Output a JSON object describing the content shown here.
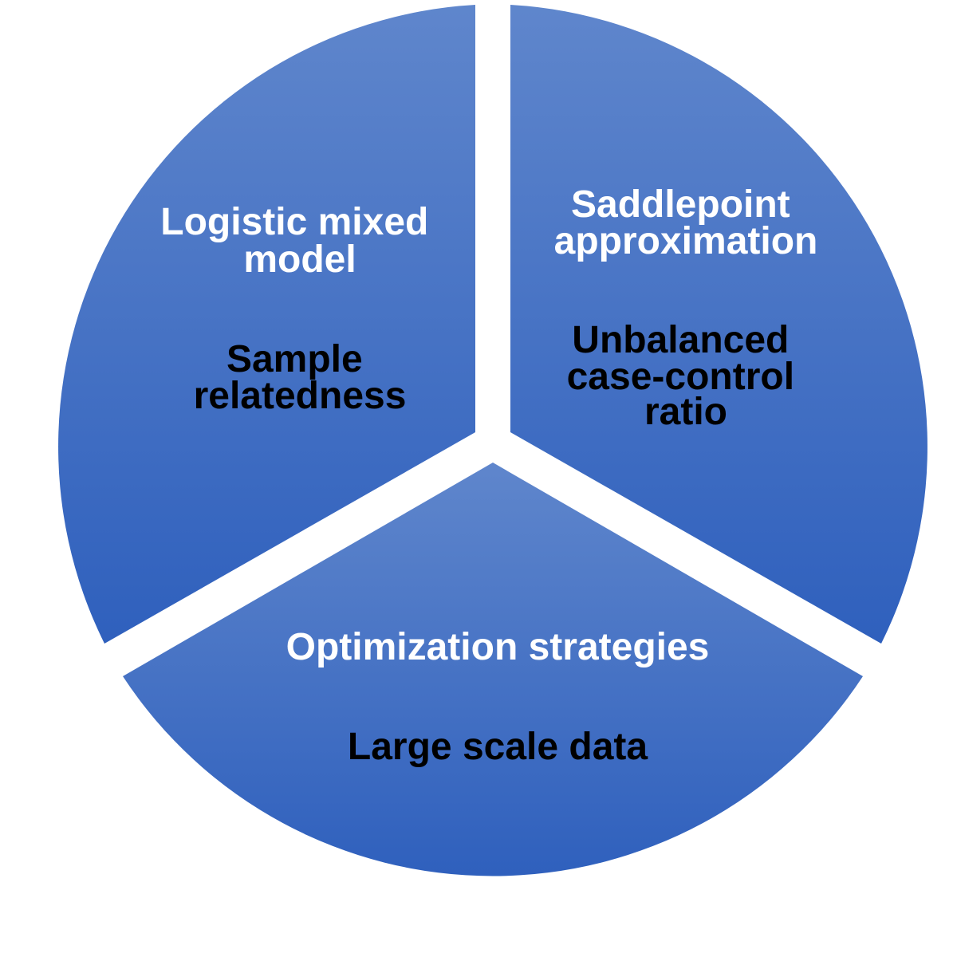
{
  "colors": {
    "segment_top": "#5f86cc",
    "segment_bottom": "#2f60bd",
    "primary_text": "#ffffff",
    "secondary_text": "#000000",
    "background": "#ffffff"
  },
  "segments": [
    {
      "title_lines": [
        "Logistic mixed",
        "model"
      ],
      "subtitle_lines": [
        "Sample",
        "relatedness"
      ]
    },
    {
      "title_lines": [
        "Saddlepoint",
        "approximation"
      ],
      "subtitle_lines": [
        "Unbalanced",
        "case-control",
        "ratio"
      ]
    },
    {
      "title_lines": [
        "Optimization strategies"
      ],
      "subtitle_lines": [
        "Large scale data"
      ]
    }
  ]
}
